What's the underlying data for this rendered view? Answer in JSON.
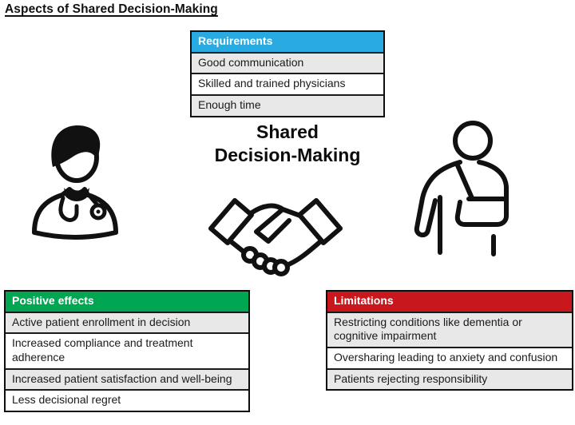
{
  "page": {
    "title": "Aspects of Shared Decision-Making"
  },
  "center": {
    "heading_line1": "Shared",
    "heading_line2": "Decision-Making"
  },
  "icons": {
    "left": "doctor-icon",
    "middle": "handshake-icon",
    "right": "patient-arm-sling-icon"
  },
  "colors": {
    "requirements_header_bg": "#29ABE2",
    "positive_header_bg": "#00A651",
    "limitations_header_bg": "#C8171D",
    "row_alt_bg": "#E8E8E8",
    "table_border": "#0d0d0d",
    "header_text": "#ffffff"
  },
  "tables": {
    "requirements": {
      "header": "Requirements",
      "rows": [
        "Good communication",
        "Skilled and trained physicians",
        "Enough time"
      ]
    },
    "positive_effects": {
      "header": "Positive effects",
      "rows": [
        "Active patient enrollment in decision",
        "Increased compliance and treatment adherence",
        "Increased patient satisfaction and well-being",
        "Less decisional regret"
      ]
    },
    "limitations": {
      "header": "Limitations",
      "rows": [
        "Restricting conditions like dementia or cognitive impairment",
        "Oversharing leading to anxiety and confusion",
        "Patients rejecting responsibility"
      ]
    }
  }
}
